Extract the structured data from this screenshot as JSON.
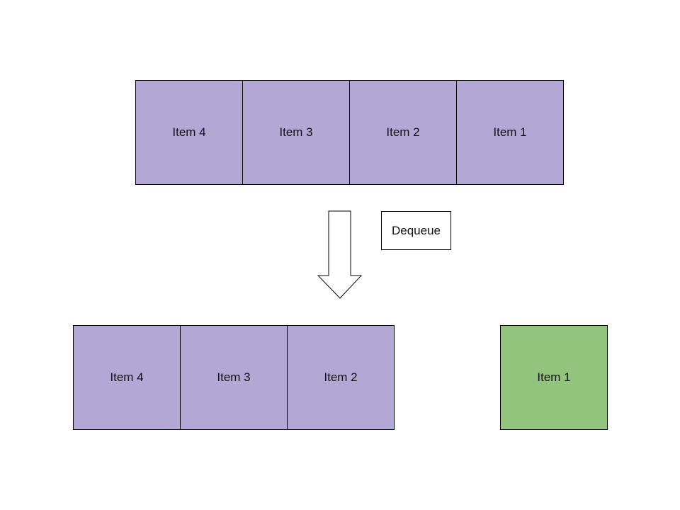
{
  "colors": {
    "queued_fill": "#b3a7d6",
    "dequeued_fill": "#93c47d",
    "outline": "#000000"
  },
  "queue_before": {
    "items": [
      "Item 4",
      "Item 3",
      "Item 2",
      "Item 1"
    ]
  },
  "operation": {
    "label": "Dequeue",
    "arrow_icon": "down-arrow-icon"
  },
  "queue_after": {
    "items": [
      "Item 4",
      "Item 3",
      "Item 2"
    ]
  },
  "dequeued": {
    "label": "Item 1"
  }
}
